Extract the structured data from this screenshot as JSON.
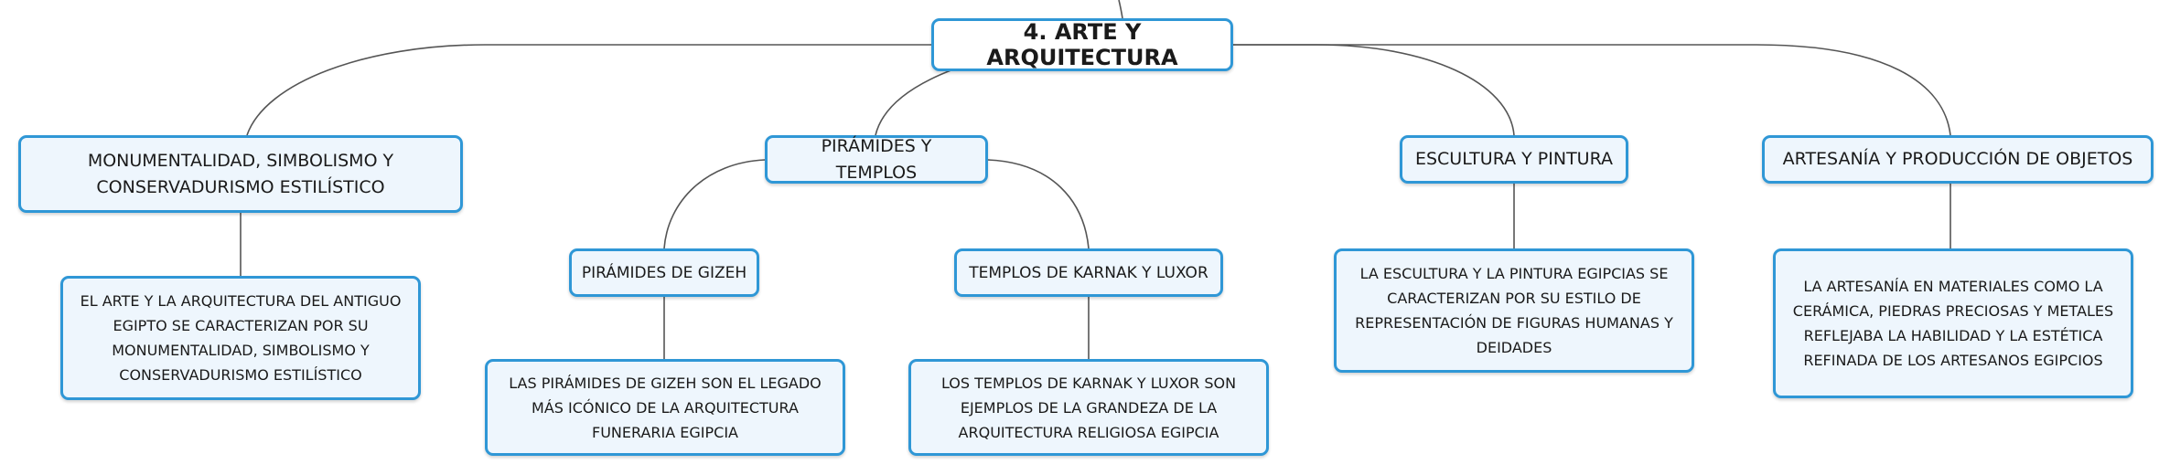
{
  "colors": {
    "border": "#2f97d6",
    "fill": "#eef6fd",
    "root_fill": "#ffffff",
    "line": "#555555",
    "text": "#1a1a1a"
  },
  "root": {
    "label": "4. ARTE Y ARQUITECTURA"
  },
  "branches": {
    "monumentalidad": {
      "label": "MONUMENTALIDAD, SIMBOLISMO Y CONSERVADURISMO ESTILÍSTICO",
      "detail": "EL ARTE Y LA ARQUITECTURA DEL ANTIGUO EGIPTO SE CARACTERIZAN POR SU MONUMENTALIDAD, SIMBOLISMO Y CONSERVADURISMO ESTILÍSTICO"
    },
    "piramides_templos": {
      "label": "PIRÁMIDES Y TEMPLOS",
      "gizeh": {
        "label": "PIRÁMIDES DE GIZEH",
        "detail": "LAS PIRÁMIDES DE GIZEH SON EL LEGADO MÁS ICÓNICO DE LA ARQUITECTURA FUNERARIA EGIPCIA"
      },
      "karnak": {
        "label": "TEMPLOS DE KARNAK Y LUXOR",
        "detail": "LOS TEMPLOS DE KARNAK Y LUXOR SON EJEMPLOS DE LA GRANDEZA DE LA ARQUITECTURA RELIGIOSA EGIPCIA"
      }
    },
    "escultura": {
      "label": "ESCULTURA Y PINTURA",
      "detail": "LA ESCULTURA Y LA PINTURA EGIPCIAS SE CARACTERIZAN POR SU ESTILO DE REPRESENTACIÓN DE FIGURAS HUMANAS Y DEIDADES"
    },
    "artesania": {
      "label": "ARTESANÍA Y PRODUCCIÓN DE OBJETOS",
      "detail": "LA ARTESANÍA EN MATERIALES COMO LA CERÁMICA, PIEDRAS PRECIOSAS Y METALES REFLEJABA LA HABILIDAD Y LA ESTÉTICA REFINADA DE LOS ARTESANOS EGIPCIOS"
    }
  }
}
